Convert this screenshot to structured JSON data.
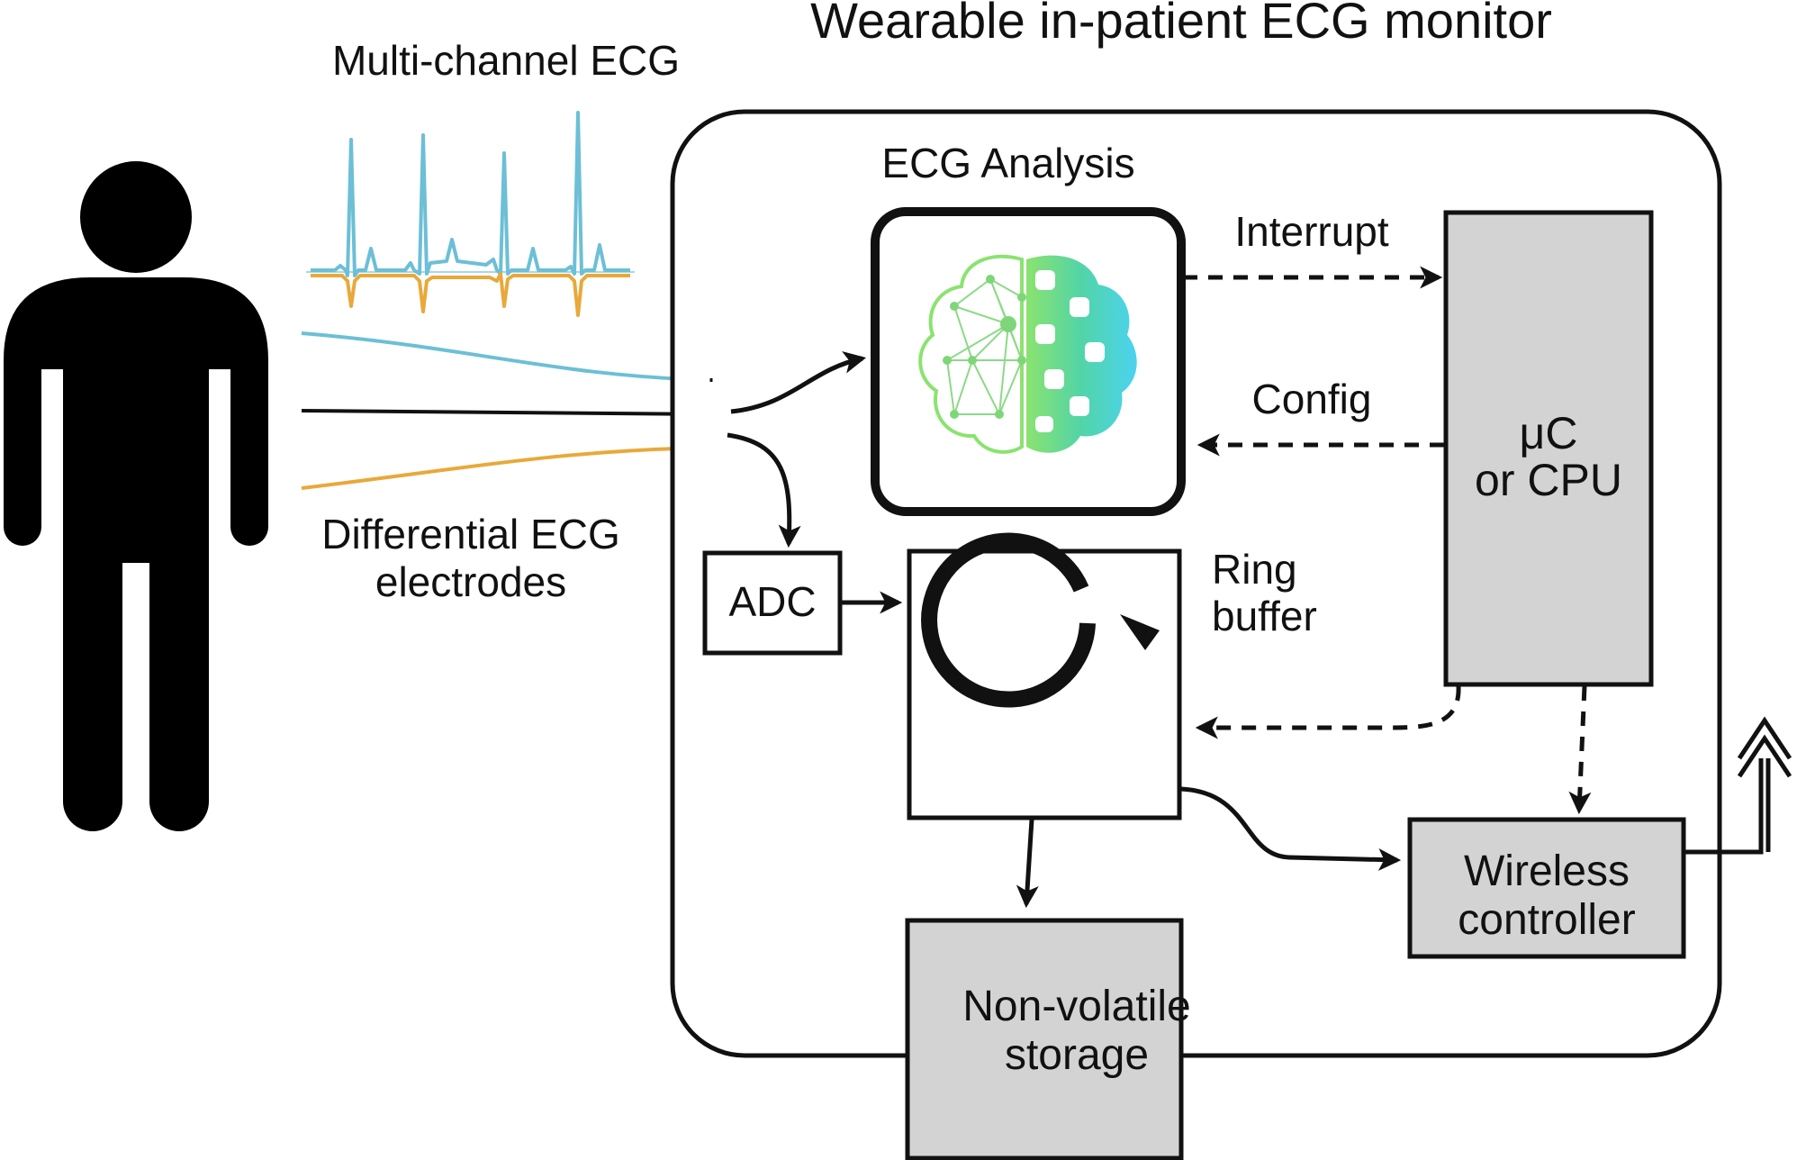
{
  "title": "Wearable in-patient ECG monitor",
  "labels": {
    "multichannel": "Multi-channel ECG",
    "electrodes_line1": "Differential ECG",
    "electrodes_line2": "electrodes",
    "analysis": "ECG Analysis",
    "interrupt": "Interrupt",
    "config": "Config",
    "cpu_line1": "μC",
    "cpu_line2": "or CPU",
    "adc": "ADC",
    "ring_line1": "Ring",
    "ring_line2": "buffer",
    "wireless_line1": "Wireless",
    "wireless_line2": "controller",
    "storage_line1": "Non-volatile",
    "storage_line2": "storage"
  },
  "colors": {
    "ecg_blue": "#6cbfd6",
    "ecg_orange": "#e8a93a",
    "line": "#111111",
    "block_gray": "#d3d3d3",
    "brain_green": "#7fe07a",
    "brain_cyan": "#4fd0ec"
  },
  "icons": {
    "patient": "person-silhouette-icon",
    "analysis": "neural-network-brain-icon",
    "ring": "circular-arrow-icon",
    "wireless_out": "antenna-double-chevron-icon"
  }
}
